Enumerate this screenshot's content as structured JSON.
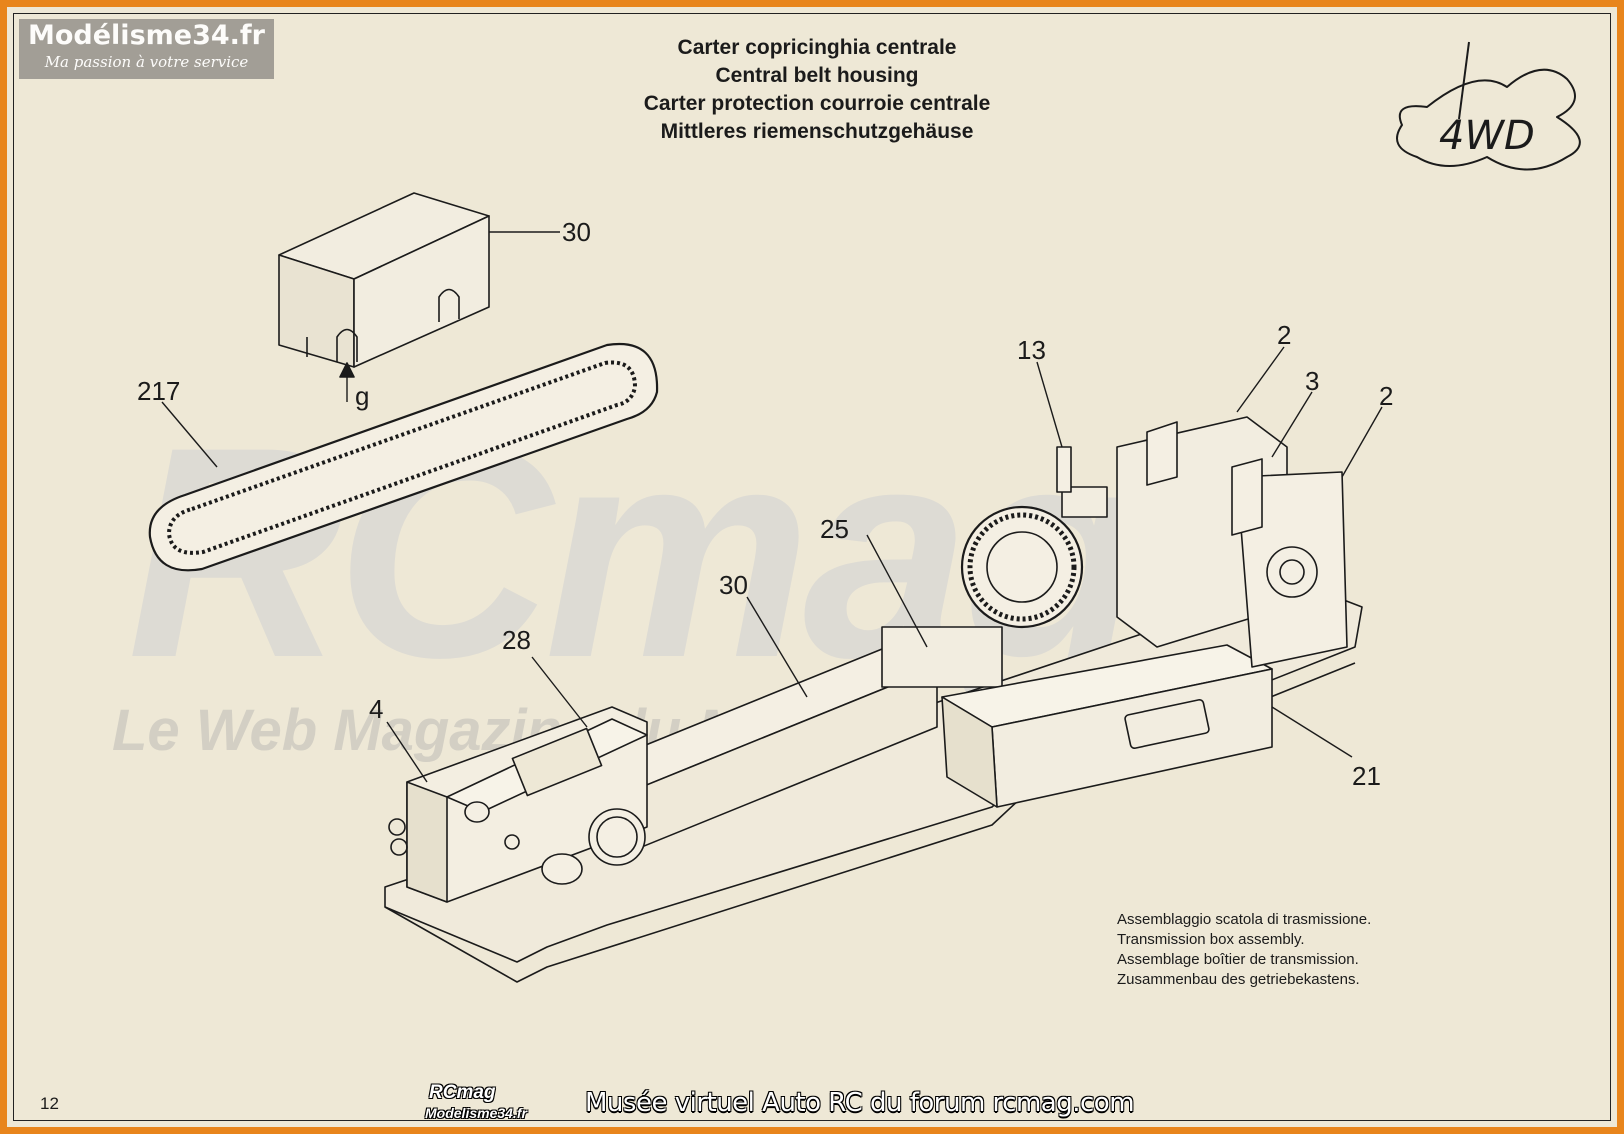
{
  "site_logo": {
    "title": "Modélisme34.fr",
    "tagline": "Ma passion à votre service"
  },
  "headings": [
    "Carter copricinghia centrale",
    "Central belt housing",
    "Carter protection courroie centrale",
    "Mittleres riemenschutzgehäuse"
  ],
  "badge_text": "4WD",
  "callouts": {
    "c30_top": "30",
    "c217": "217",
    "g": "g",
    "c13": "13",
    "c2a": "2",
    "c3": "3",
    "c2b": "2",
    "c25": "25",
    "c30_mid": "30",
    "c28": "28",
    "c4": "4",
    "c21": "21"
  },
  "caption": [
    "Assemblaggio scatola di trasmissione.",
    "Transmission box assembly.",
    "Assemblage boîtier de transmission.",
    "Zusammenbau des getriebekastens."
  ],
  "watermark": {
    "big": "RCmag",
    "line": "Le Web Magazine du Modélisme RC"
  },
  "page_number": "12",
  "footer": {
    "logo_top": "RCmag",
    "logo_bottom": "Modelisme34.fr",
    "text": "Musée virtuel Auto RC du forum rcmag.com"
  },
  "colors": {
    "frame": "#e8851c",
    "paper": "#eee8d6",
    "ink": "#1b1b1b"
  }
}
